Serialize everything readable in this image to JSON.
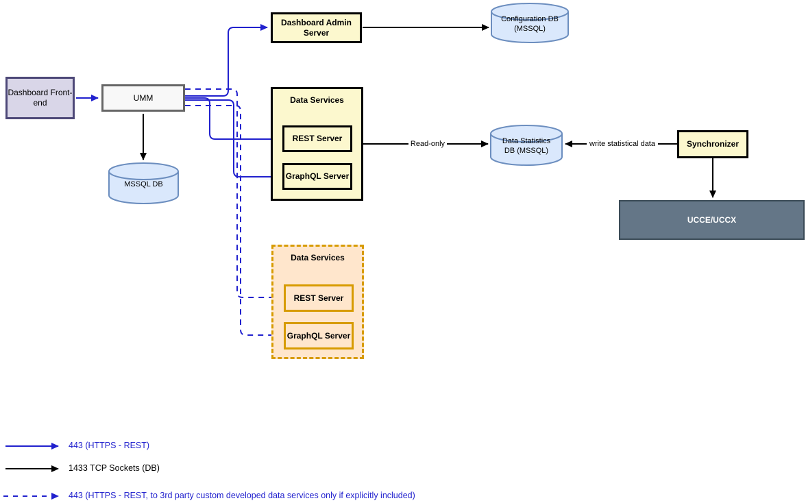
{
  "nodes": {
    "front_end": {
      "label": "Dashboard Front-end"
    },
    "umm": {
      "label": "UMM"
    },
    "admin_server": {
      "label": "Dashboard Admin Server"
    },
    "config_db": {
      "label": "Configuration DB (MSSQL)"
    },
    "mssql_db": {
      "label": "MSSQL DB"
    },
    "data_services": {
      "label": "Data Services",
      "rest": "REST Server",
      "graphql": "GraphQL Server"
    },
    "stats_db": {
      "label": "Data Statistics DB (MSSQL)"
    },
    "synchronizer": {
      "label": "Synchronizer"
    },
    "ucce": {
      "label": "UCCE/UCCX"
    },
    "data_services_3rd": {
      "label": "Data Services",
      "rest": "REST Server",
      "graphql": "GraphQL Server"
    }
  },
  "edge_labels": {
    "read_only": "Read-only",
    "write_stats": "write statistical data"
  },
  "legend": {
    "https_rest": "443 (HTTPS - REST)",
    "tcp_sockets": "1433 TCP Sockets (DB)",
    "https_rest_3rd": "443 (HTTPS - REST, to 3rd party custom developed data services only if explicitly included)"
  },
  "colors": {
    "arrow_blue": "#2121CE",
    "arrow_black": "#000000",
    "yellow_fill": "#FCF8CE",
    "orange_fill": "#FFE6CC",
    "orange_border": "#D79B00",
    "cylinder_fill": "#DAE8FC",
    "cylinder_border": "#6C8EBF",
    "frontend_fill": "#D9D6E8",
    "frontend_border": "#4D4878",
    "umm_fill": "#F8F8F8",
    "umm_border": "#666666",
    "ucce_fill": "#647687",
    "ucce_border": "#3B4B57"
  }
}
